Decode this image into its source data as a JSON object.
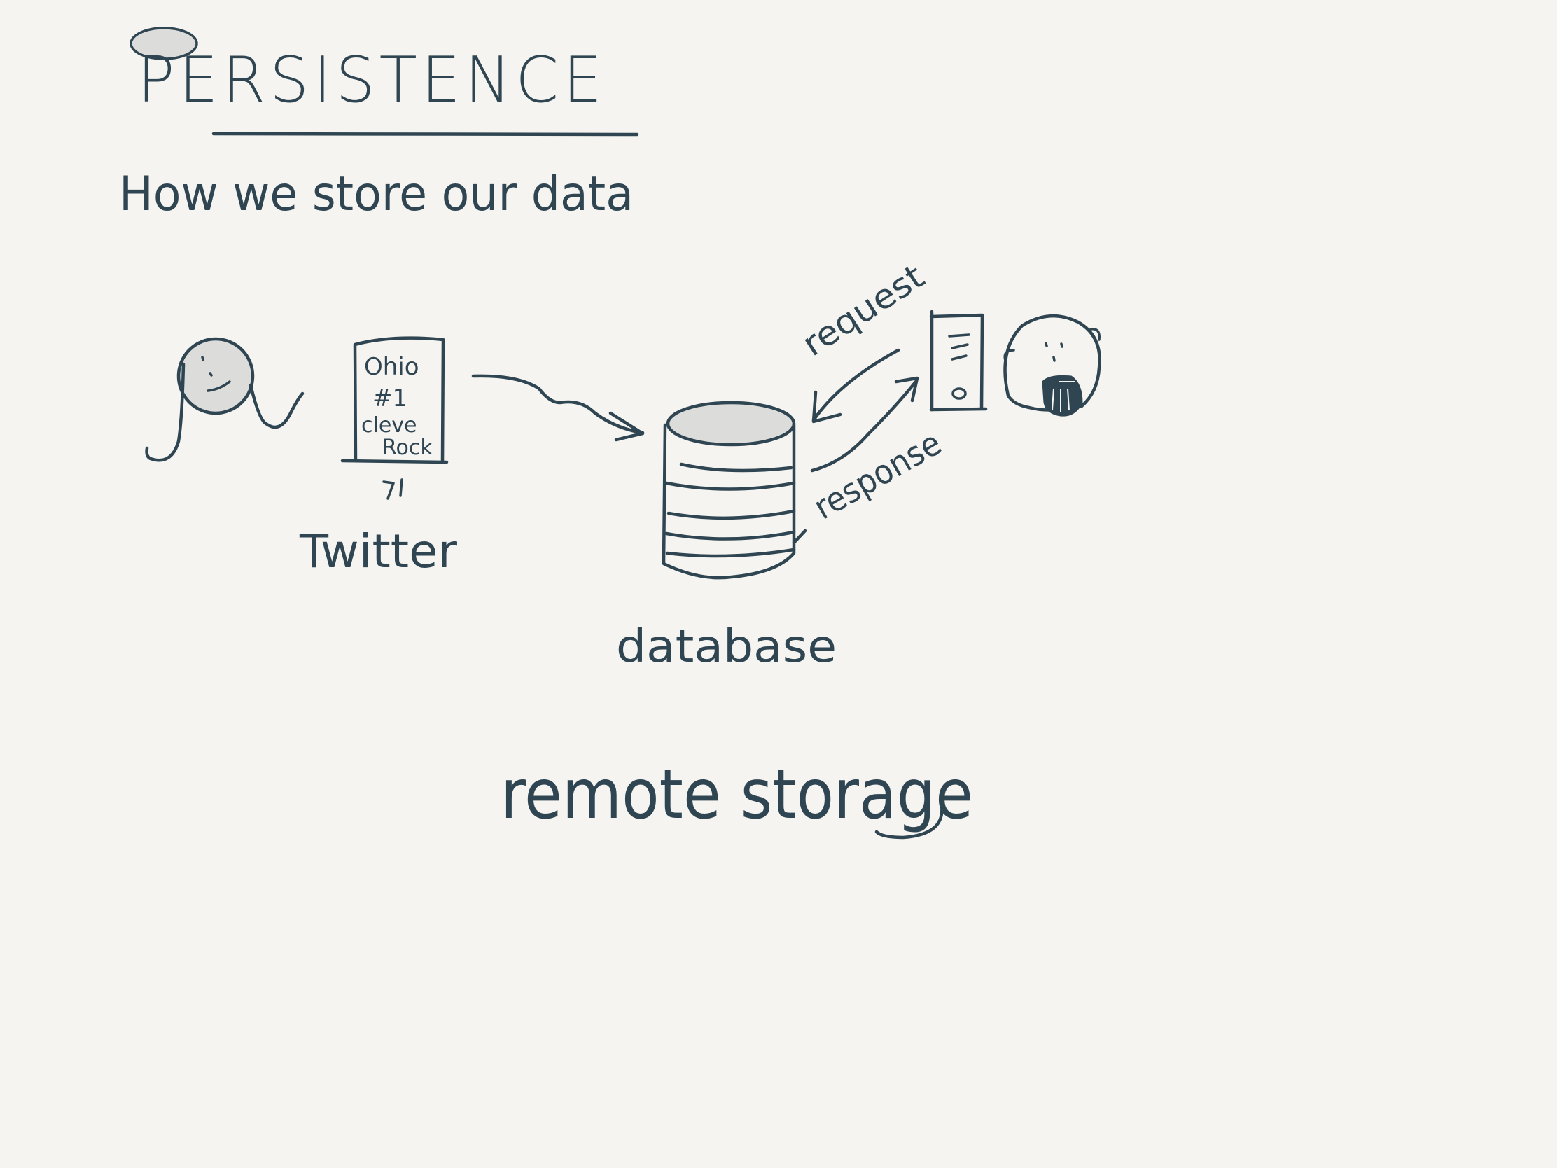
{
  "title": "PERSISTENCE",
  "subtitle": "How we store our data",
  "tweet_lines": [
    "Ohio",
    "#1",
    "cleve",
    "Rock"
  ],
  "twitter_label": "Twitter",
  "database_label": "database",
  "request_label": "request",
  "response_label": "response",
  "footer_label": "remote storage",
  "colors": {
    "background": "#f5f4f0",
    "ink": "#2f4552",
    "highlight": "#dcdddb"
  }
}
